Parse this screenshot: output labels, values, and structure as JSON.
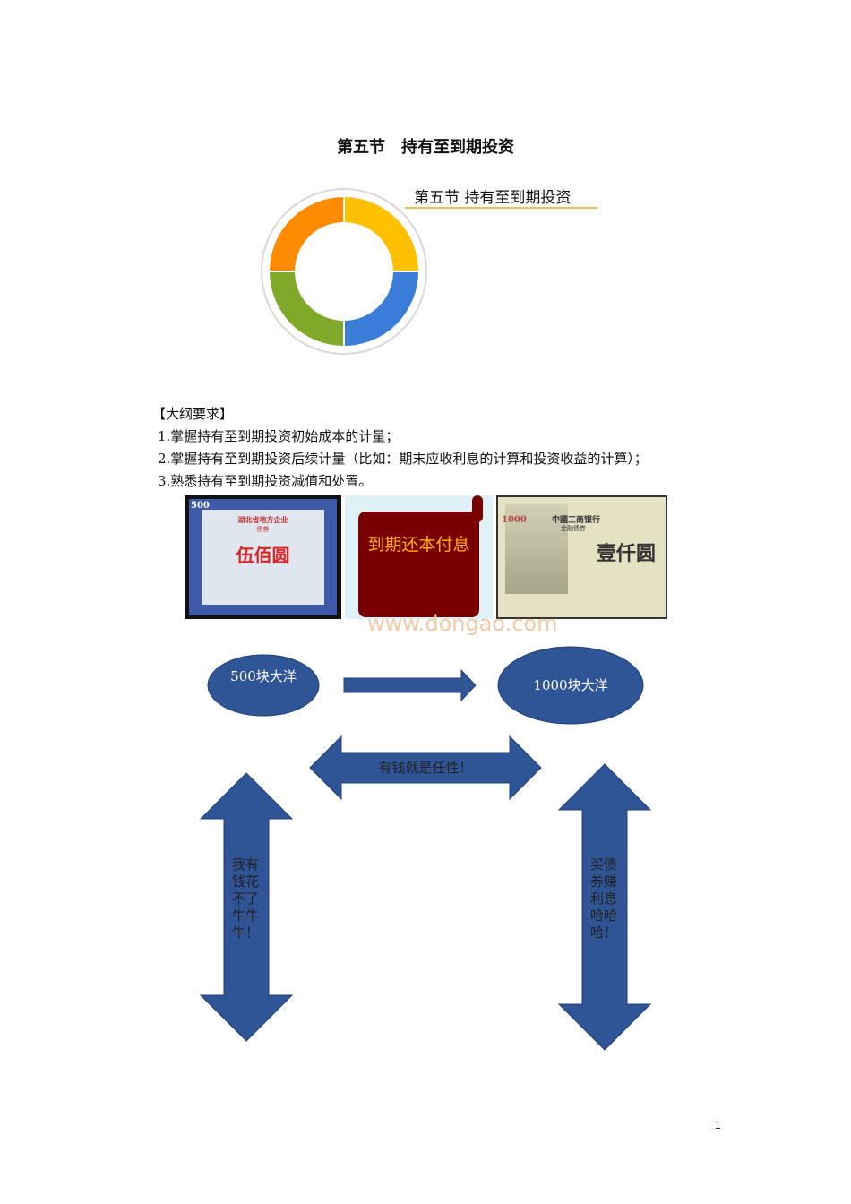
{
  "title": "第五节　持有至到期投资",
  "donut": {
    "label": "第五节  持有至到期投资",
    "colors": [
      "#FFC000",
      "#3A7DD8",
      "#80A92A",
      "#FF8C00"
    ]
  },
  "outline": {
    "heading": "【大纲要求】",
    "items": [
      "1.掌握持有至到期投资初始成本的计量；",
      "2.掌握持有至到期投资后续计量（比如：期末应收利息的计算和投资收益的计算）；",
      "3.熟悉持有至到期投资减值和处置。"
    ]
  },
  "images": {
    "bond500": {
      "corner": "500",
      "issuer": "湖北省地方企业",
      "type": "债券",
      "amount": "伍佰圆"
    },
    "scroll_text": "到期还本付息",
    "bond1000": {
      "corner": "1000",
      "issuer": "中國工商银行",
      "type": "金融债券",
      "amount": "壹仟圆"
    },
    "watermark": "www.dongao.com"
  },
  "diagram": {
    "left_ellipse": "500块大洋",
    "right_ellipse": "1000块大洋",
    "middle_arrow": "有钱就是任性！",
    "left_arrow": "我有钱花不了牛牛牛！",
    "right_arrow": "买债券赚利息哈哈哈！",
    "color": "#2F5597"
  },
  "page_number": "1"
}
